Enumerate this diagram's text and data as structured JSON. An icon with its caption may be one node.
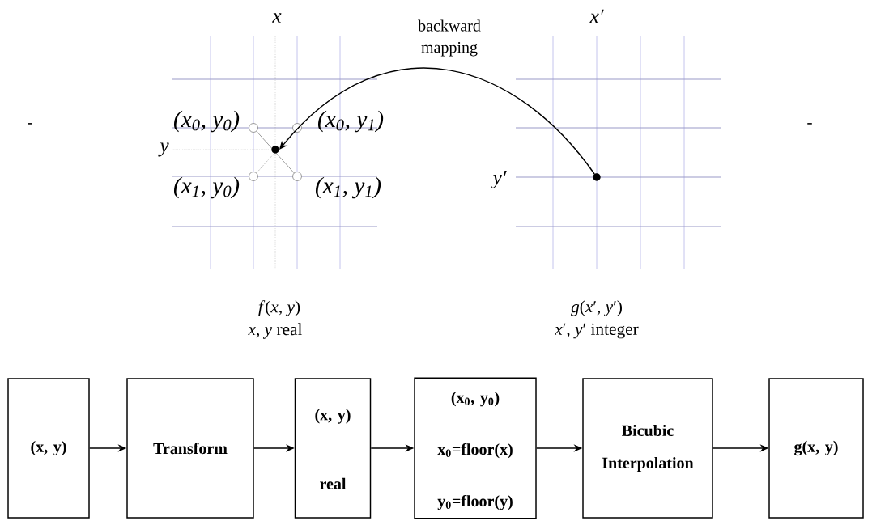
{
  "diagram": {
    "nodes": [
      {
        "text": [
          "(x, y)"
        ]
      },
      {
        "text": [
          "Transform"
        ]
      },
      {
        "text": [
          "(x, y)",
          "real"
        ]
      },
      {
        "text": [
          "(x$_{0}$, y$_{0}$)",
          "x$_{0}$=floor(x)",
          "y$_{0}$=floor(y)"
        ]
      },
      {
        "text": [
          "Bicubic Interpolation"
        ]
      },
      {
        "text": [
          "g(x, y)"
        ]
      },
      {
        "text": [],
        "shape": "circle"
      },
      {
        "text": [],
        "shape": "circle"
      }
    ],
    "edges": [
      {
        "from": 0,
        "to": 1,
        "arrow": "to"
      },
      {
        "from": 1,
        "to": 2,
        "arrow": "to"
      },
      {
        "from": 2,
        "to": 3,
        "arrow": "to"
      },
      {
        "from": 3,
        "to": 4,
        "arrow": "to"
      },
      {
        "from": 4,
        "to": 5,
        "arrow": "to"
      },
      {
        "from": 7,
        "to": 6,
        "arrow": "to",
        "label": "backward mapping"
      }
    ],
    "labels": [
      "x",
      "x′",
      "(x$_{0}$, y$_{0}$)",
      "(x$_{0}$, y$_{1}$)",
      "y",
      "(x$_{1}$, y$_{0}$)",
      "(x$_{1}$, y$_{1}$)",
      "y′",
      "-",
      "-",
      "*f*(*x*, *y*)",
      "*g*(*x*′, *y*′)",
      "*x*, *y* real",
      "*x*′, *y*′ integer"
    ]
  }
}
